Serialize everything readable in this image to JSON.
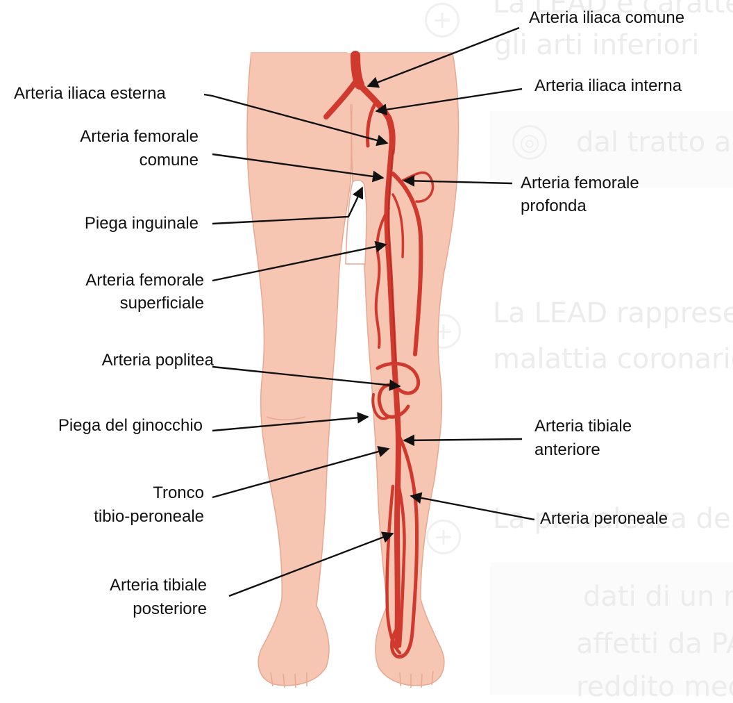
{
  "background_text": {
    "line1": "La LEAD è caratte",
    "line2": "gli arti inferiori",
    "line3": "dal tratto ao",
    "line4": "La LEAD rapprese",
    "line5": "malattia coronario",
    "line6": "La prevalenza del",
    "line7": "dati di un re",
    "line8": "affetti da PA",
    "line9": "reddito med"
  },
  "labels": {
    "arteria_iliaca_comune": "Arteria iliaca comune",
    "arteria_iliaca_interna": "Arteria iliaca interna",
    "arteria_iliaca_esterna": "Arteria iliaca esterna",
    "arteria_femorale_comune_1": "Arteria femorale",
    "arteria_femorale_comune_2": "comune",
    "arteria_femorale_profonda_1": "Arteria femorale",
    "arteria_femorale_profonda_2": "profonda",
    "piega_inguinale": "Piega inguinale",
    "arteria_femorale_superficiale_1": "Arteria femorale",
    "arteria_femorale_superficiale_2": "superficiale",
    "arteria_poplitea": "Arteria poplitea",
    "piega_del_ginocchio": "Piega del ginocchio",
    "arteria_tibiale_anteriore_1": "Arteria tibiale",
    "arteria_tibiale_anteriore_2": "anteriore",
    "tronco_tibio_peroneale_1": "Tronco",
    "tronco_tibio_peroneale_2": "tibio-peroneale",
    "arteria_peroneale": "Arteria peroneale",
    "arteria_tibiale_posteriore_1": "Arteria tibiale",
    "arteria_tibiale_posteriore_2": "posteriore"
  },
  "colors": {
    "skin": "#f7c6b3",
    "skin_outline": "#e6a892",
    "artery": "#d0392e",
    "artery_dark": "#a3241d",
    "pointer": "#111111"
  }
}
